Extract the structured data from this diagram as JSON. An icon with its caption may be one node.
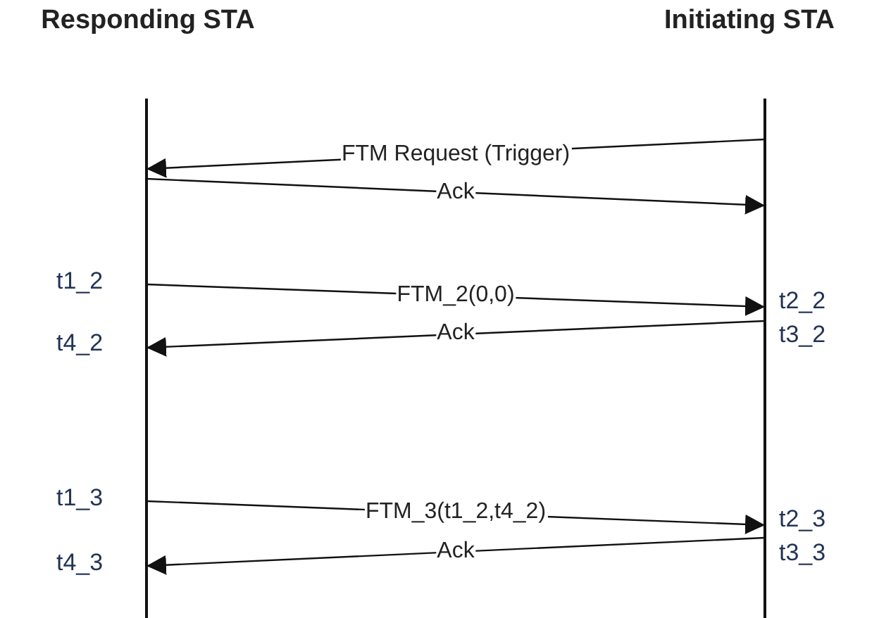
{
  "diagram": {
    "nodes": [
      {
        "text": [
          "Responding STA"
        ]
      },
      {
        "text": [
          "Initiating STA"
        ]
      }
    ],
    "edges": [
      {
        "from": 1,
        "to": 0,
        "arrow": "to",
        "label": "FTM Request (Trigger)"
      },
      {
        "from": 0,
        "to": 1,
        "arrow": "to",
        "label": "Ack"
      },
      {
        "from": 0,
        "to": 1,
        "arrow": "to",
        "label": "FTM_2(0,0)"
      },
      {
        "from": 1,
        "to": 0,
        "arrow": "to",
        "label": "Ack"
      },
      {
        "from": 0,
        "to": 1,
        "arrow": "to",
        "label": "FTM_3(t1_2,t4_2)"
      },
      {
        "from": 1,
        "to": 0,
        "arrow": "to",
        "label": "Ack"
      }
    ],
    "labels": [
      "t1_2",
      "t2_2",
      "t4_2",
      "t3_2",
      "t1_3",
      "t2_3",
      "t4_3",
      "t3_3"
    ]
  }
}
